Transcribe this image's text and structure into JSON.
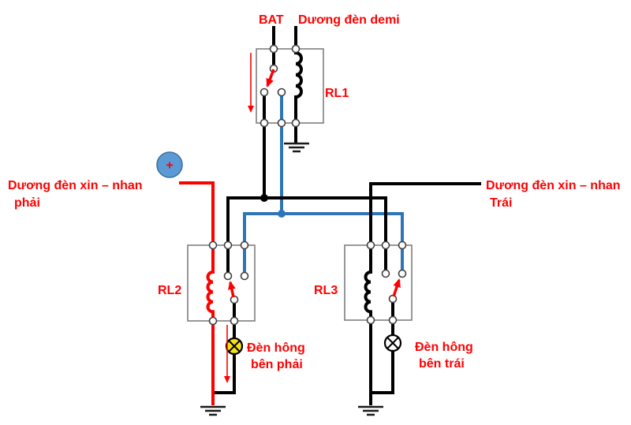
{
  "labels": {
    "bat": "BAT",
    "demi_feed": "Dương đèn demi",
    "rl1": "RL1",
    "rl2": "RL2",
    "rl3": "RL3",
    "left_feed_line1": "Dương đèn xin – nhan",
    "left_feed_line2": "phải",
    "right_feed_line1": "Dương đèn xin – nhan",
    "right_feed_line2": "Trái",
    "right_lamp_line1": "Đèn hông",
    "right_lamp_line2": "bên phải",
    "left_lamp_line1": "Đèn hông",
    "left_lamp_line2": "bên trái",
    "battery_plus": "+"
  },
  "colors": {
    "wire_black": "#000000",
    "wire_red": "#FF0000",
    "wire_blue": "#2E75B6",
    "label_red": "#FF0000",
    "battery_fill": "#5B9BD5",
    "battery_stroke": "#41719C",
    "lamp_on_fill": "#F5E216",
    "lamp_off_fill": "#FFFFFF",
    "relay_box_stroke": "#7F7F7F"
  }
}
